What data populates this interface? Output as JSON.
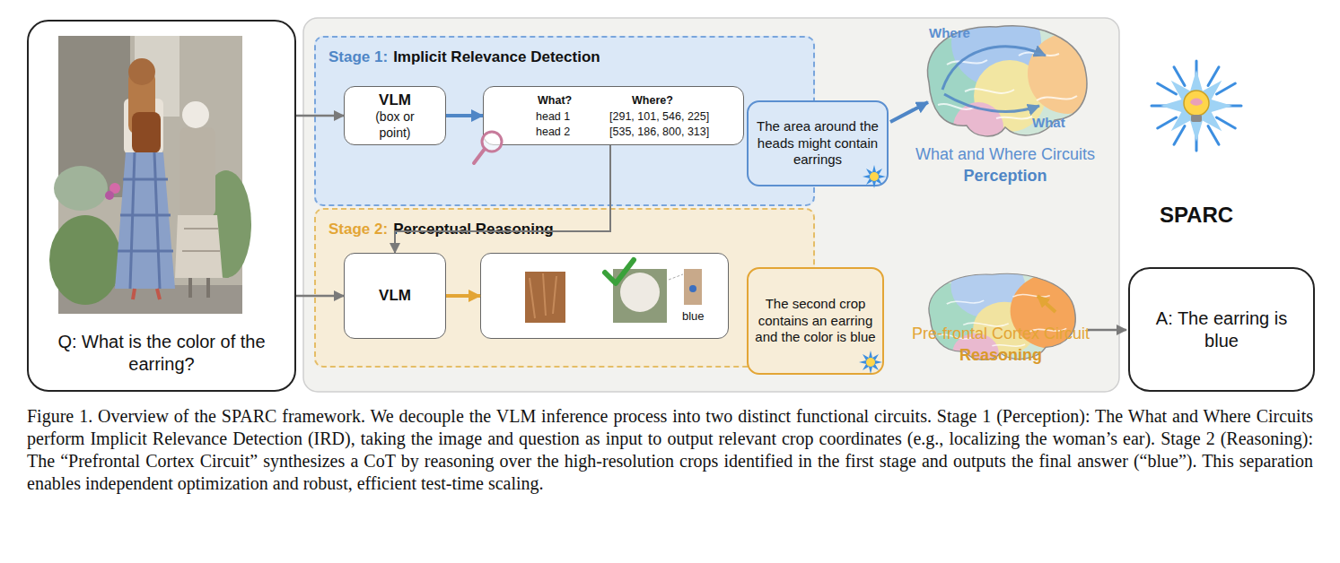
{
  "diagram": {
    "caption": "Figure 1. Overview of the SPARC framework. We decouple the VLM inference process into two distinct functional circuits. Stage 1 (Perception): The What and Where Circuits perform Implicit Relevance Detection (IRD), taking the image and question as input to output relevant crop coordinates (e.g., localizing the woman’s ear). Stage 2 (Reasoning): The “Prefrontal Cortex Circuit” synthesizes a CoT by reasoning over the high-resolution crops identified in the first stage and outputs the final answer (“blue”). This separation enables independent optimization and robust, efficient test-time scaling.",
    "nodes": [
      {
        "text": [
          "Q: What is the color of the earring?"
        ]
      },
      {
        "text": [
          "Stage 1:",
          "Implicit Relevance Detection"
        ]
      },
      {
        "text": [
          "VLM",
          "(box or point)"
        ],
        "in": 1
      },
      {
        "text": [
          "What?",
          "Where?",
          "head 1",
          "[291, 101, 546, 225]",
          "head 2",
          "[535, 186, 800, 313]"
        ],
        "in": 1
      },
      {
        "text": [
          "The area around the heads might contain earrings"
        ]
      },
      {
        "text": [
          "Stage 2:",
          "Perceptual Reasoning"
        ]
      },
      {
        "text": [
          "VLM"
        ],
        "in": 5
      },
      {
        "text": [
          "blue"
        ],
        "in": 5
      },
      {
        "text": [
          "The second crop contains an earring and the color is blue"
        ]
      },
      {
        "text": [
          "A: The earring is blue"
        ]
      }
    ],
    "edges": [
      {
        "from": 0,
        "to": 2,
        "arrow": "to"
      },
      {
        "from": 2,
        "to": 3,
        "arrow": "to"
      },
      {
        "from": 3,
        "to": 6,
        "arrow": "to"
      },
      {
        "from": 0,
        "to": 6,
        "arrow": "to"
      },
      {
        "from": 6,
        "to": 7,
        "arrow": "to"
      }
    ],
    "labels": [
      "Where",
      "What",
      "What and Where Circuits",
      "Perception",
      "Pre-frontal Cortex Circuit",
      "Reasoning",
      "SPARC"
    ]
  }
}
